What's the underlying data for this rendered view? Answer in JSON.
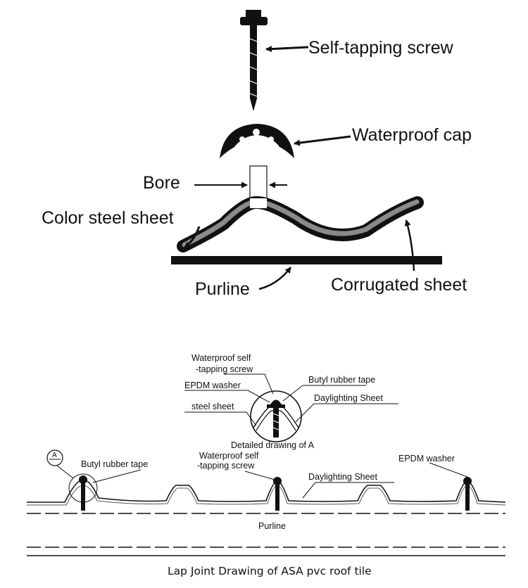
{
  "top_diagram": {
    "labels": {
      "screw": "Self-tapping screw",
      "cap": "Waterproof cap",
      "bore": "Bore",
      "color_steel": "Color steel sheet",
      "purline": "Purline",
      "corrugated": "Corrugated sheet"
    }
  },
  "bottom_diagram": {
    "detail_labels": {
      "screw_line1": "Waterproof self",
      "screw_line2": "-tapping screw",
      "epdm": "EPDM washer",
      "steel": "steel sheet",
      "butyl": "Butyl rubber tape",
      "daylighting": "Daylighting Sheet",
      "detail_caption": "Detailed drawing of A"
    },
    "marker_letter": "A",
    "section_labels": {
      "butyl": "Butyl rubber tape",
      "screw_line1": "Waterproof self",
      "screw_line2": "-tapping screw",
      "daylighting": "Daylighting Sheet",
      "epdm": "EPDM washer",
      "purline": "Purline"
    },
    "caption": "Lap Joint Drawing of ASA pvc roof tile"
  }
}
